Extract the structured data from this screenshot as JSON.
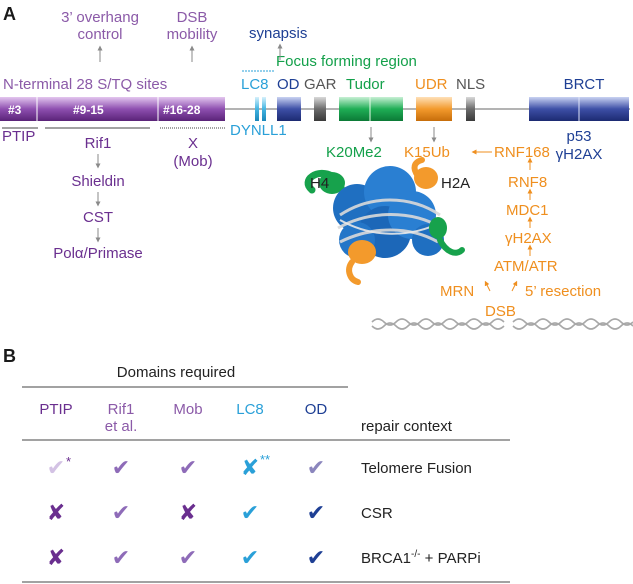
{
  "panels": {
    "a": "A",
    "b": "B"
  },
  "top_labels": {
    "overhang": [
      "3’ overhang",
      "control"
    ],
    "mobility": [
      "DSB",
      "mobility"
    ],
    "synapsis": "synapsis",
    "focus": "Focus forming region",
    "nterm": "N-terminal 28 S/TQ sites"
  },
  "bar": {
    "site3": "#3",
    "site9": "#9-15",
    "site16": "#16-28"
  },
  "domains": {
    "lc8": "LC8",
    "od": "OD",
    "gar": "GAR",
    "tudor": "Tudor",
    "udr": "UDR",
    "nls": "NLS",
    "brct": "BRCT"
  },
  "below_bar": {
    "ptip": "PTIP",
    "rif1": "Rif1",
    "shieldin": "Shieldin",
    "cst": "CST",
    "pol": "Polα/Primase",
    "x": "X",
    "mob": "(Mob)",
    "dynll1": "DYNLL1",
    "p53": "p53",
    "gh2ax": "γH2AX"
  },
  "chromatin": {
    "k20": "K20Me2",
    "k15": "K15Ub",
    "rnf168": "RNF168",
    "h4": "H4",
    "h2a": "H2A",
    "rnf8": "RNF8",
    "mdc1": "MDC1",
    "gh2ax": "γH2AX",
    "atm": "ATM/ATR",
    "mrn": "MRN",
    "resection": "5’ resection",
    "dsb": "DSB"
  },
  "table": {
    "header_group": "Domains required",
    "columns": [
      "PTIP",
      [
        "Rif1",
        "et al."
      ],
      "Mob",
      "LC8",
      "OD"
    ],
    "context_header": "repair context",
    "rows": [
      {
        "context": "Telomere Fusion",
        "marks": [
          "✔*",
          "✔",
          "✔",
          "✘**",
          "✔"
        ]
      },
      {
        "context": "CSR",
        "marks": [
          "✘",
          "✔",
          "✘",
          "✔",
          "✔"
        ]
      },
      {
        "context": "BRCA1",
        "context_sup": "-/-",
        "context_tail": " + PARPi",
        "marks": [
          "✘",
          "✔",
          "✔",
          "✔",
          "✔"
        ]
      }
    ]
  },
  "colors": {
    "purple": "#6a2f8f",
    "light_purple": "#8b5aa8",
    "blue": "#1e3f94",
    "cyan": "#2aa0d8",
    "green": "#13a04a",
    "orange": "#ef8f1f"
  }
}
